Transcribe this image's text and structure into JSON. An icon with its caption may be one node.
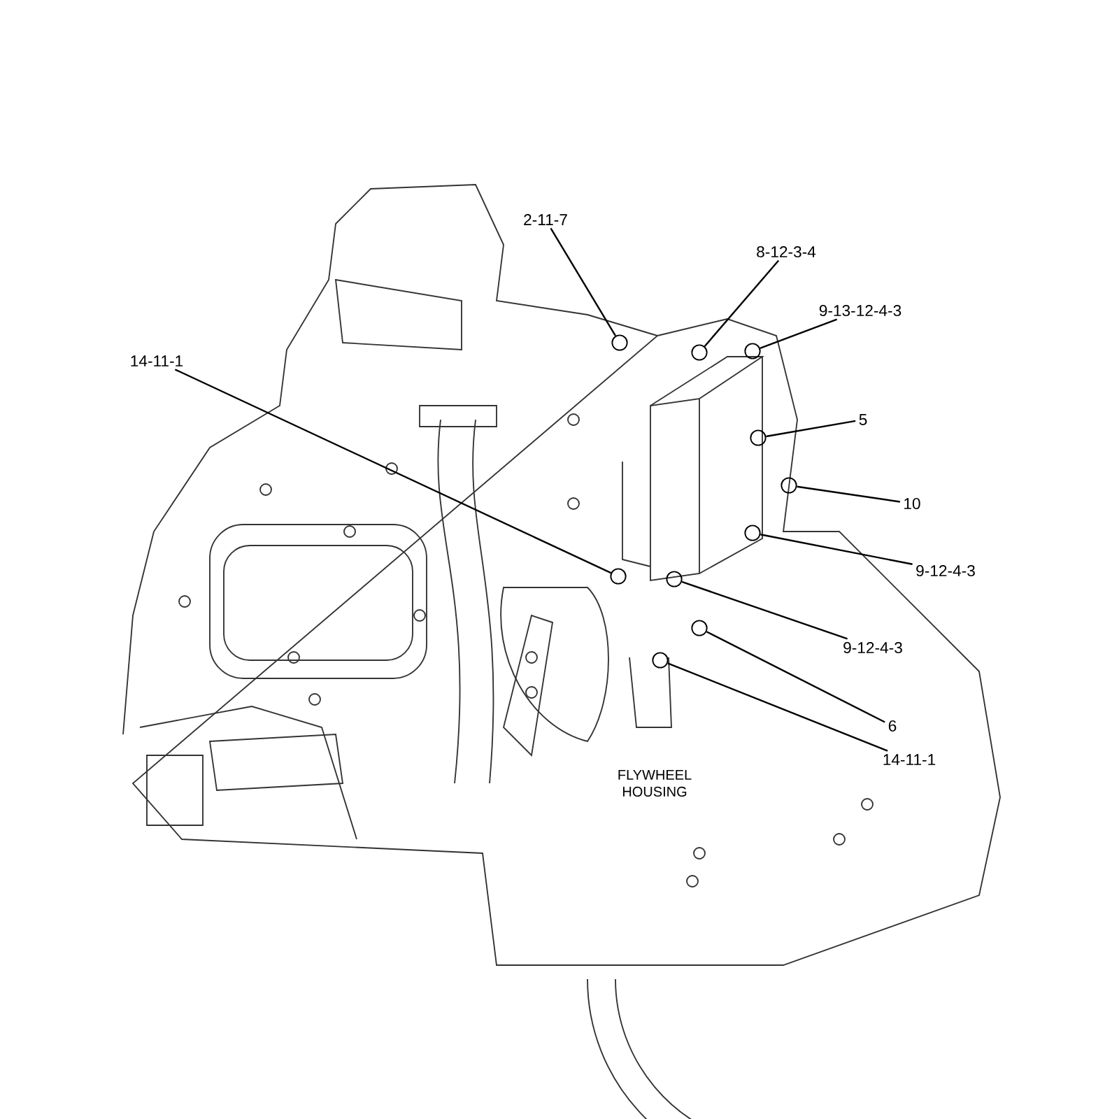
{
  "diagram": {
    "nodes": [
      {
        "text": [
          "2-11-7"
        ]
      },
      {
        "text": [
          "8-12-3-4"
        ]
      },
      {
        "text": [
          "9-13-12-4-3"
        ]
      },
      {
        "text": [
          "5"
        ]
      },
      {
        "text": [
          "10"
        ]
      },
      {
        "text": [
          "9-12-4-3"
        ]
      },
      {
        "text": [
          "14-11-1"
        ]
      },
      {
        "text": [
          "9-12-4-3"
        ]
      },
      {
        "text": [
          "6"
        ]
      },
      {
        "text": [
          "14-11-1"
        ]
      },
      {
        "text": [],
        "shape": "circle"
      },
      {
        "text": [],
        "shape": "circle"
      },
      {
        "text": [],
        "shape": "circle"
      },
      {
        "text": [],
        "shape": "circle"
      },
      {
        "text": [],
        "shape": "circle"
      },
      {
        "text": [],
        "shape": "circle"
      },
      {
        "text": [],
        "shape": "circle"
      },
      {
        "text": [],
        "shape": "circle"
      },
      {
        "text": [],
        "shape": "circle"
      },
      {
        "text": [],
        "shape": "circle"
      }
    ],
    "edges": [
      {
        "from": 0,
        "to": 10,
        "arrow": "none"
      },
      {
        "from": 1,
        "to": 11,
        "arrow": "none"
      },
      {
        "from": 2,
        "to": 12,
        "arrow": "none"
      },
      {
        "from": 3,
        "to": 13,
        "arrow": "none"
      },
      {
        "from": 4,
        "to": 14,
        "arrow": "none"
      },
      {
        "from": 5,
        "to": 15,
        "arrow": "none"
      },
      {
        "from": 6,
        "to": 16,
        "arrow": "none"
      },
      {
        "from": 7,
        "to": 17,
        "arrow": "none"
      },
      {
        "from": 8,
        "to": 18,
        "arrow": "none"
      },
      {
        "from": 9,
        "to": 19,
        "arrow": "none"
      }
    ],
    "labels": [
      "FLYWHEEL HOUSING"
    ]
  }
}
